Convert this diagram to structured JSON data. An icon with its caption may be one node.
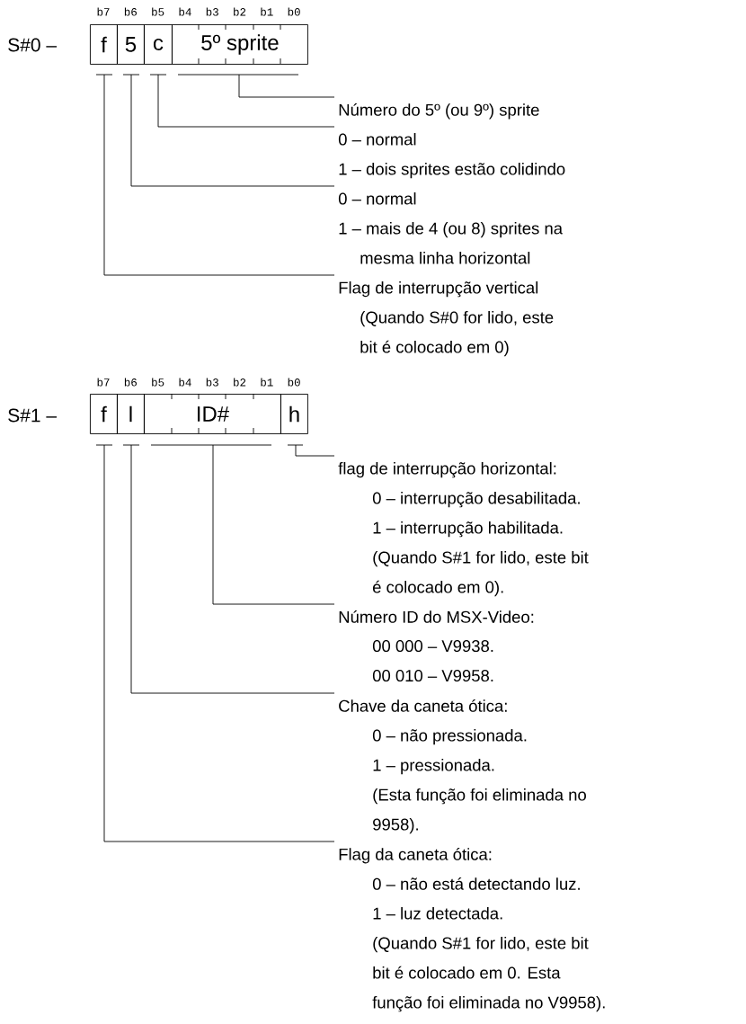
{
  "diagram": {
    "nodes": [
      {
        "text": [
          "f"
        ]
      },
      {
        "text": [
          "5"
        ]
      },
      {
        "text": [
          "c"
        ]
      },
      {
        "text": [
          "5º sprite"
        ]
      },
      {
        "text": [
          "Número do 5º (ou 9º) sprite"
        ]
      },
      {
        "text": [
          "0 – normal",
          "1 – dois sprites estão colidindo"
        ]
      },
      {
        "text": [
          "0 – normal",
          "1 – mais de 4 (ou 8) sprites na mesma linha horizontal"
        ]
      },
      {
        "text": [
          "Flag de interrupção vertical",
          "(Quando S#0 for lido, este bit é colocado em 0)"
        ]
      },
      {
        "text": [
          "f"
        ]
      },
      {
        "text": [
          "l"
        ]
      },
      {
        "text": [
          "ID#"
        ]
      },
      {
        "text": [
          "h"
        ]
      },
      {
        "text": [
          "flag de interrupção horizontal:",
          "0 – interrupção desabilitada.",
          "1 – interrupção habilitada.",
          "(Quando S#1 for lido, este bit é colocado em 0)."
        ]
      },
      {
        "text": [
          "Número ID do MSX-Video:",
          "00 000 – V9938.",
          "00 010 – V9958."
        ]
      },
      {
        "text": [
          "Chave da caneta ótica:",
          "0 – não pressionada.",
          "1 – pressionada.",
          "(Esta função foi eliminada no 9958)."
        ]
      },
      {
        "text": [
          "Flag da caneta ótica:",
          "0 – não está detectando luz.",
          "1 – luz detectada.",
          "(Quando S#1 for lido, este bit bit é colocado em 0. Esta função foi eliminada no V9958)."
        ]
      }
    ],
    "edges": [
      {
        "from": 3,
        "to": 4,
        "arrow": "none"
      },
      {
        "from": 2,
        "to": 5,
        "arrow": "none"
      },
      {
        "from": 1,
        "to": 6,
        "arrow": "none"
      },
      {
        "from": 0,
        "to": 7,
        "arrow": "none"
      },
      {
        "from": 11,
        "to": 12,
        "arrow": "none"
      },
      {
        "from": 10,
        "to": 13,
        "arrow": "none"
      },
      {
        "from": 9,
        "to": 14,
        "arrow": "none"
      },
      {
        "from": 8,
        "to": 15,
        "arrow": "none"
      }
    ],
    "labels": [
      "b7",
      "b6",
      "b5",
      "b4",
      "b3",
      "b2",
      "b1",
      "b0",
      "S#0 –",
      "b7",
      "b6",
      "b5",
      "b4",
      "b3",
      "b2",
      "b1",
      "b0",
      "S#1 –"
    ]
  }
}
